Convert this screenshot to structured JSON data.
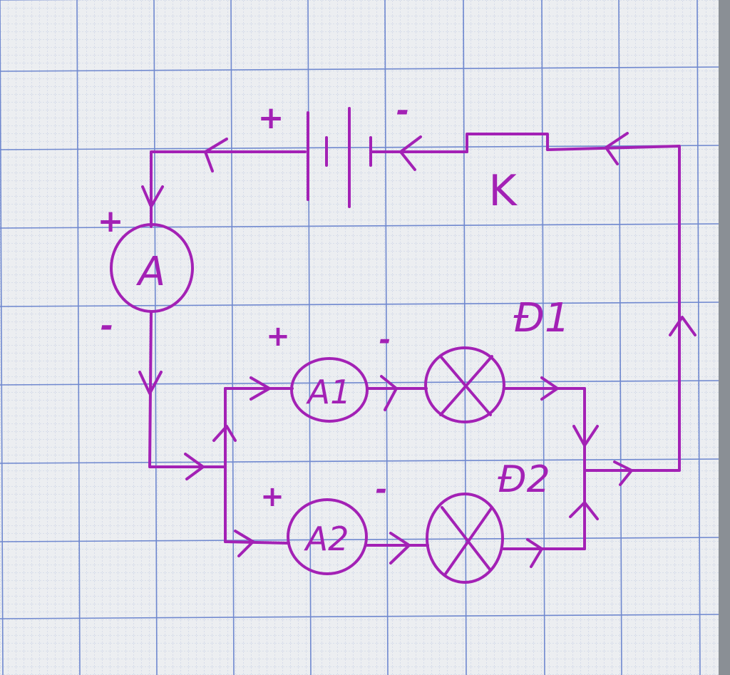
{
  "colors": {
    "paper": "#eceef1",
    "major_grid": "#6f88cf",
    "minor_grid": "#aeb9dc",
    "ink": "#a321b5"
  },
  "diagram": {
    "battery": {
      "plus": "+",
      "minus": "-"
    },
    "switch": {
      "label": "K"
    },
    "ammeter_main": {
      "label": "A",
      "plus": "+",
      "minus": "-"
    },
    "ammeter_1": {
      "label": "A1",
      "plus": "+",
      "minus": "-"
    },
    "ammeter_2": {
      "label": "A2",
      "plus": "+",
      "minus": "-"
    },
    "lamp_1": {
      "label": "Đ1"
    },
    "lamp_2": {
      "label": "Đ2"
    }
  }
}
